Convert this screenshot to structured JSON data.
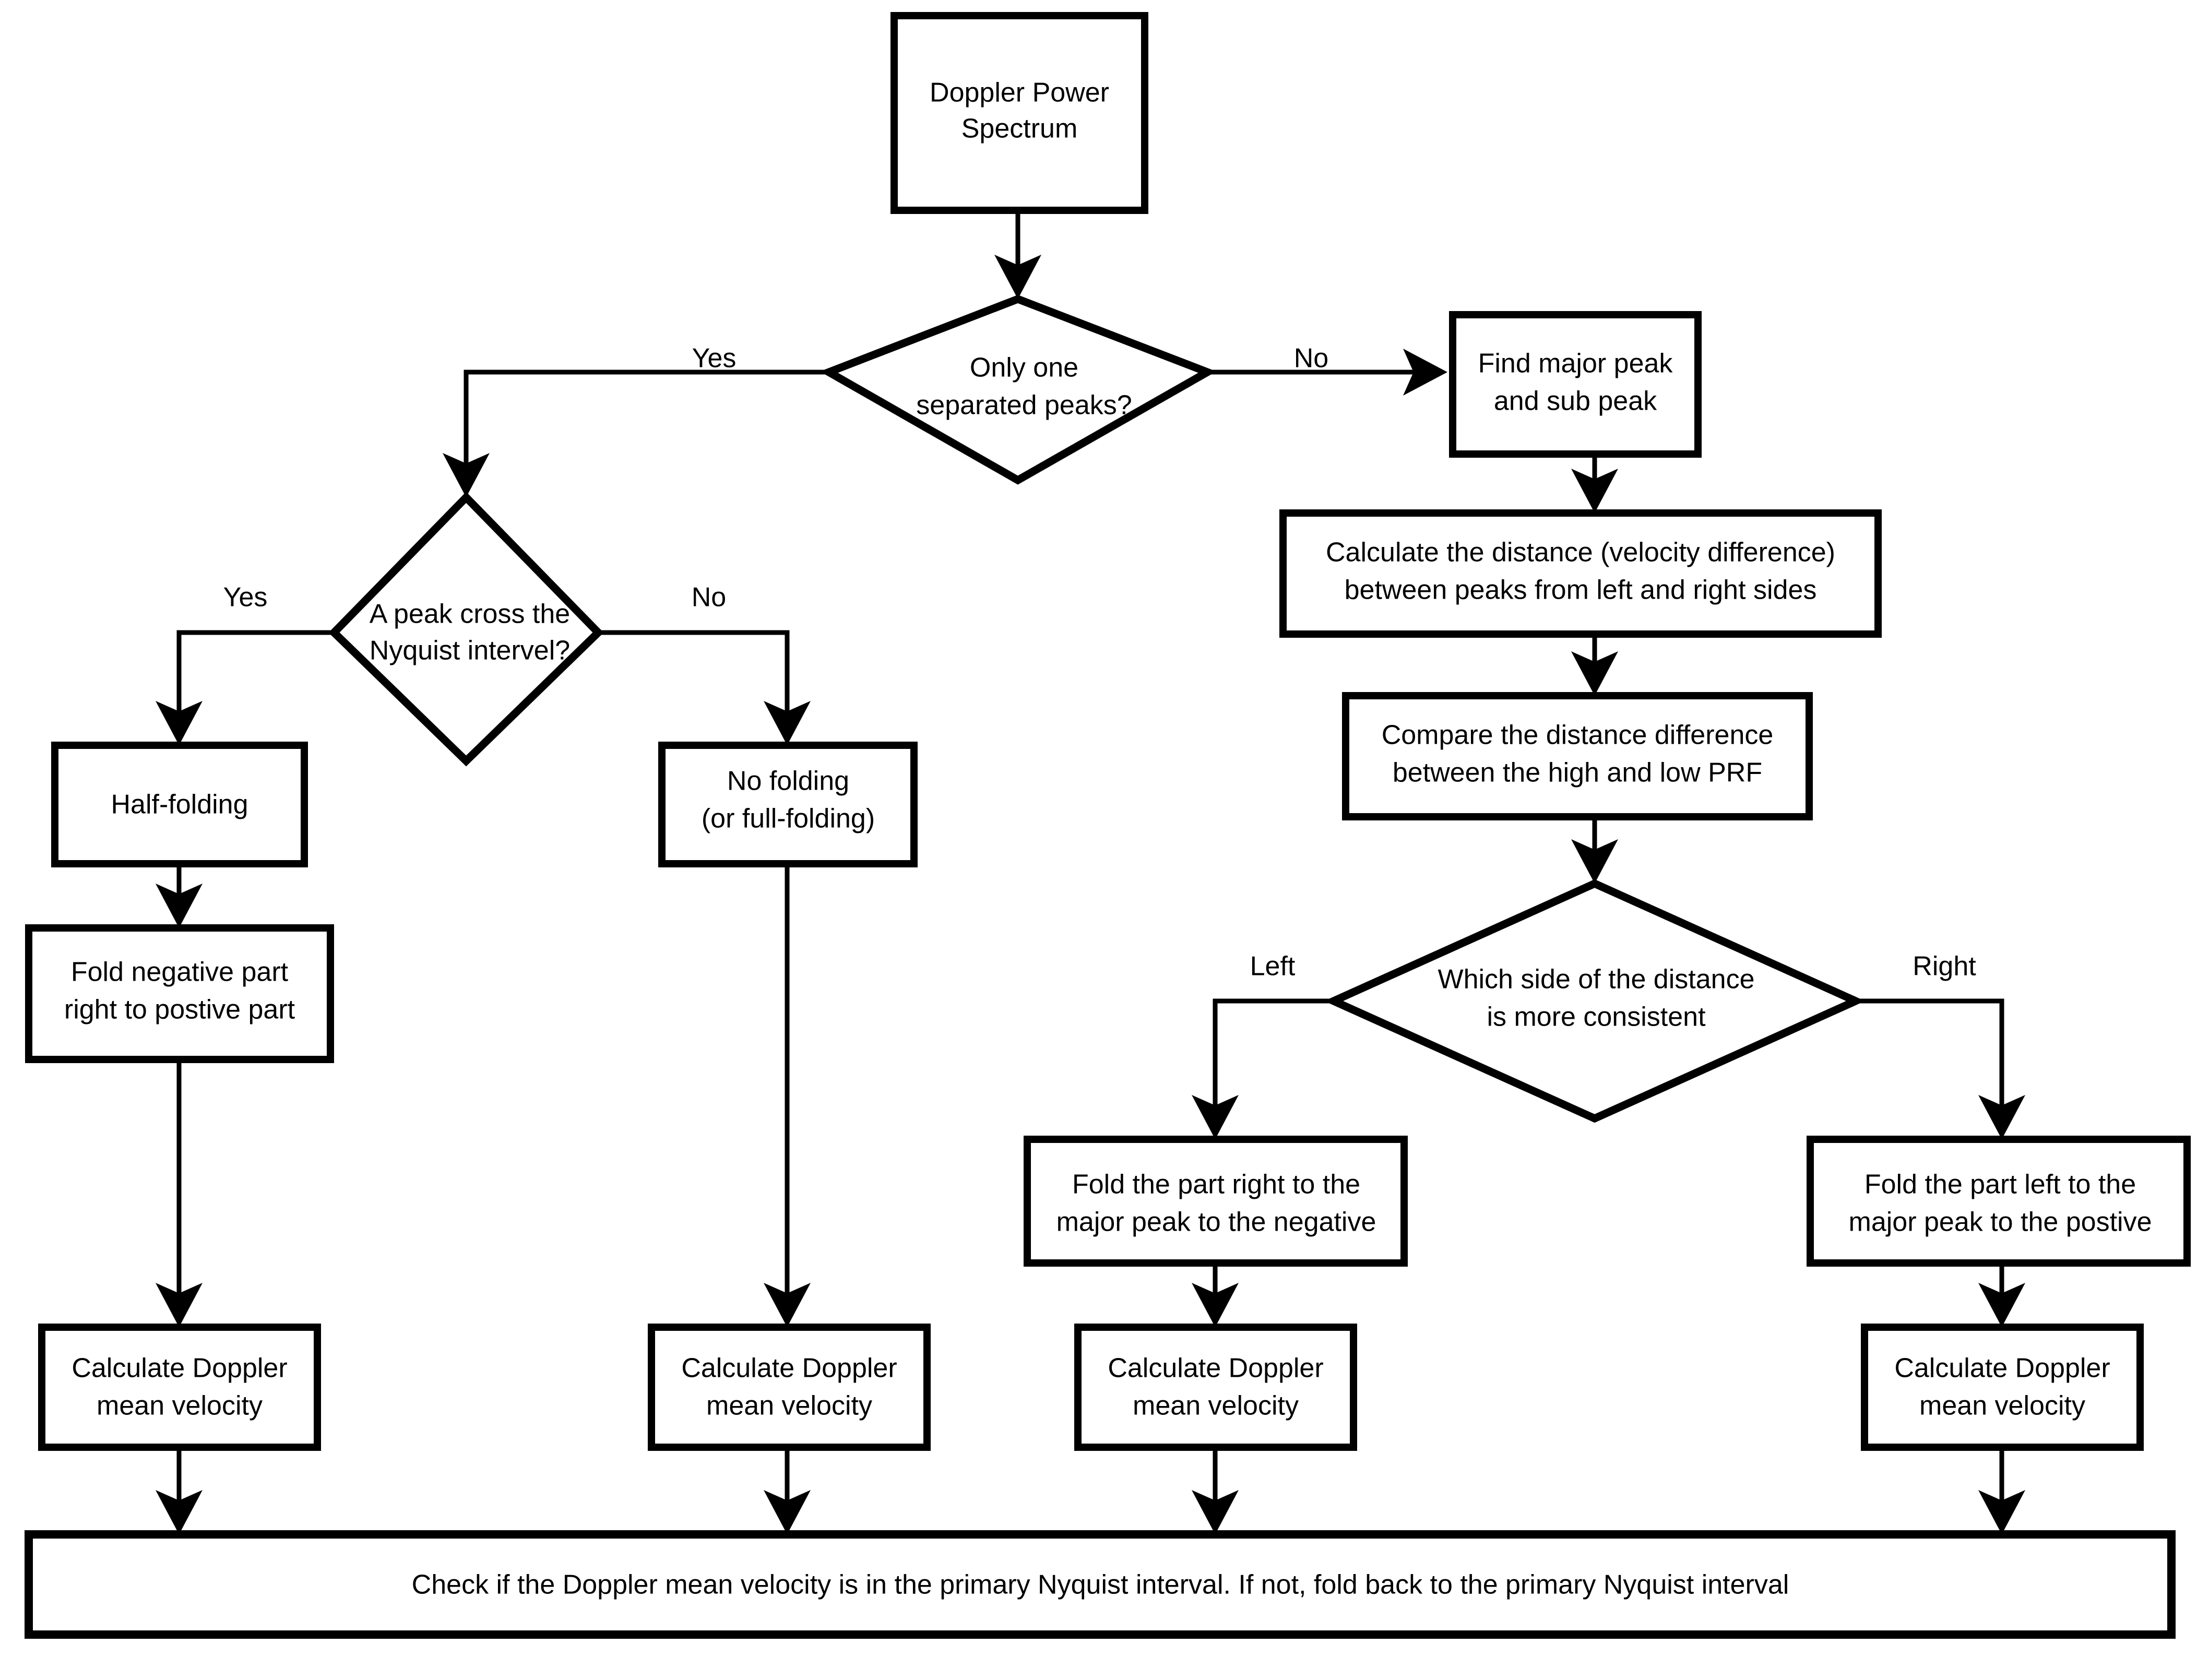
{
  "diagram": {
    "title_text": "Doppler power spectrum velocity estimation flowchart",
    "background_color": "#ffffff",
    "line_color": "#000000",
    "nodes": {
      "start": {
        "line1": "Doppler Power",
        "line2": "Spectrum"
      },
      "decision_one_peak": {
        "line1": "Only one",
        "line2": "separated peaks?"
      },
      "decision_nyquist": {
        "line1": "A peak cross the",
        "line2": "Nyquist intervel?"
      },
      "half_folding": {
        "line1": "Half-folding",
        "line2": ""
      },
      "fold_negative": {
        "line1": "Fold negative part",
        "line2": "right to postive part"
      },
      "no_folding": {
        "line1": "No folding",
        "line2": "(or full-folding)"
      },
      "find_peaks": {
        "line1": "Find major peak",
        "line2": "and sub peak"
      },
      "calc_distance": {
        "line1": "Calculate the distance (velocity difference)",
        "line2": "between peaks from left and right sides"
      },
      "compare_prf": {
        "line1": "Compare the distance difference",
        "line2": "between the high and low PRF"
      },
      "decision_side": {
        "line1": "Which side of the distance",
        "line2": "is more consistent"
      },
      "fold_right_negative": {
        "line1": "Fold the part right to the",
        "line2": "major peak to the negative"
      },
      "fold_left_positive": {
        "line1": "Fold the part left to the",
        "line2": "major peak to the postive"
      },
      "calc_velocity_1": {
        "line1": "Calculate Doppler",
        "line2": "mean velocity"
      },
      "calc_velocity_2": {
        "line1": "Calculate Doppler",
        "line2": "mean velocity"
      },
      "calc_velocity_3": {
        "line1": "Calculate Doppler",
        "line2": "mean velocity"
      },
      "calc_velocity_4": {
        "line1": "Calculate Doppler",
        "line2": "mean velocity"
      },
      "final_check": {
        "line1": "Check if the Doppler mean velocity is in the primary Nyquist interval. If not, fold  back to the primary Nyquist interval",
        "line2": ""
      }
    },
    "edge_labels": {
      "one_peak_yes": "Yes",
      "one_peak_no": "No",
      "nyquist_yes": "Yes",
      "nyquist_no": "No",
      "side_left": "Left",
      "side_right": "Right"
    }
  }
}
